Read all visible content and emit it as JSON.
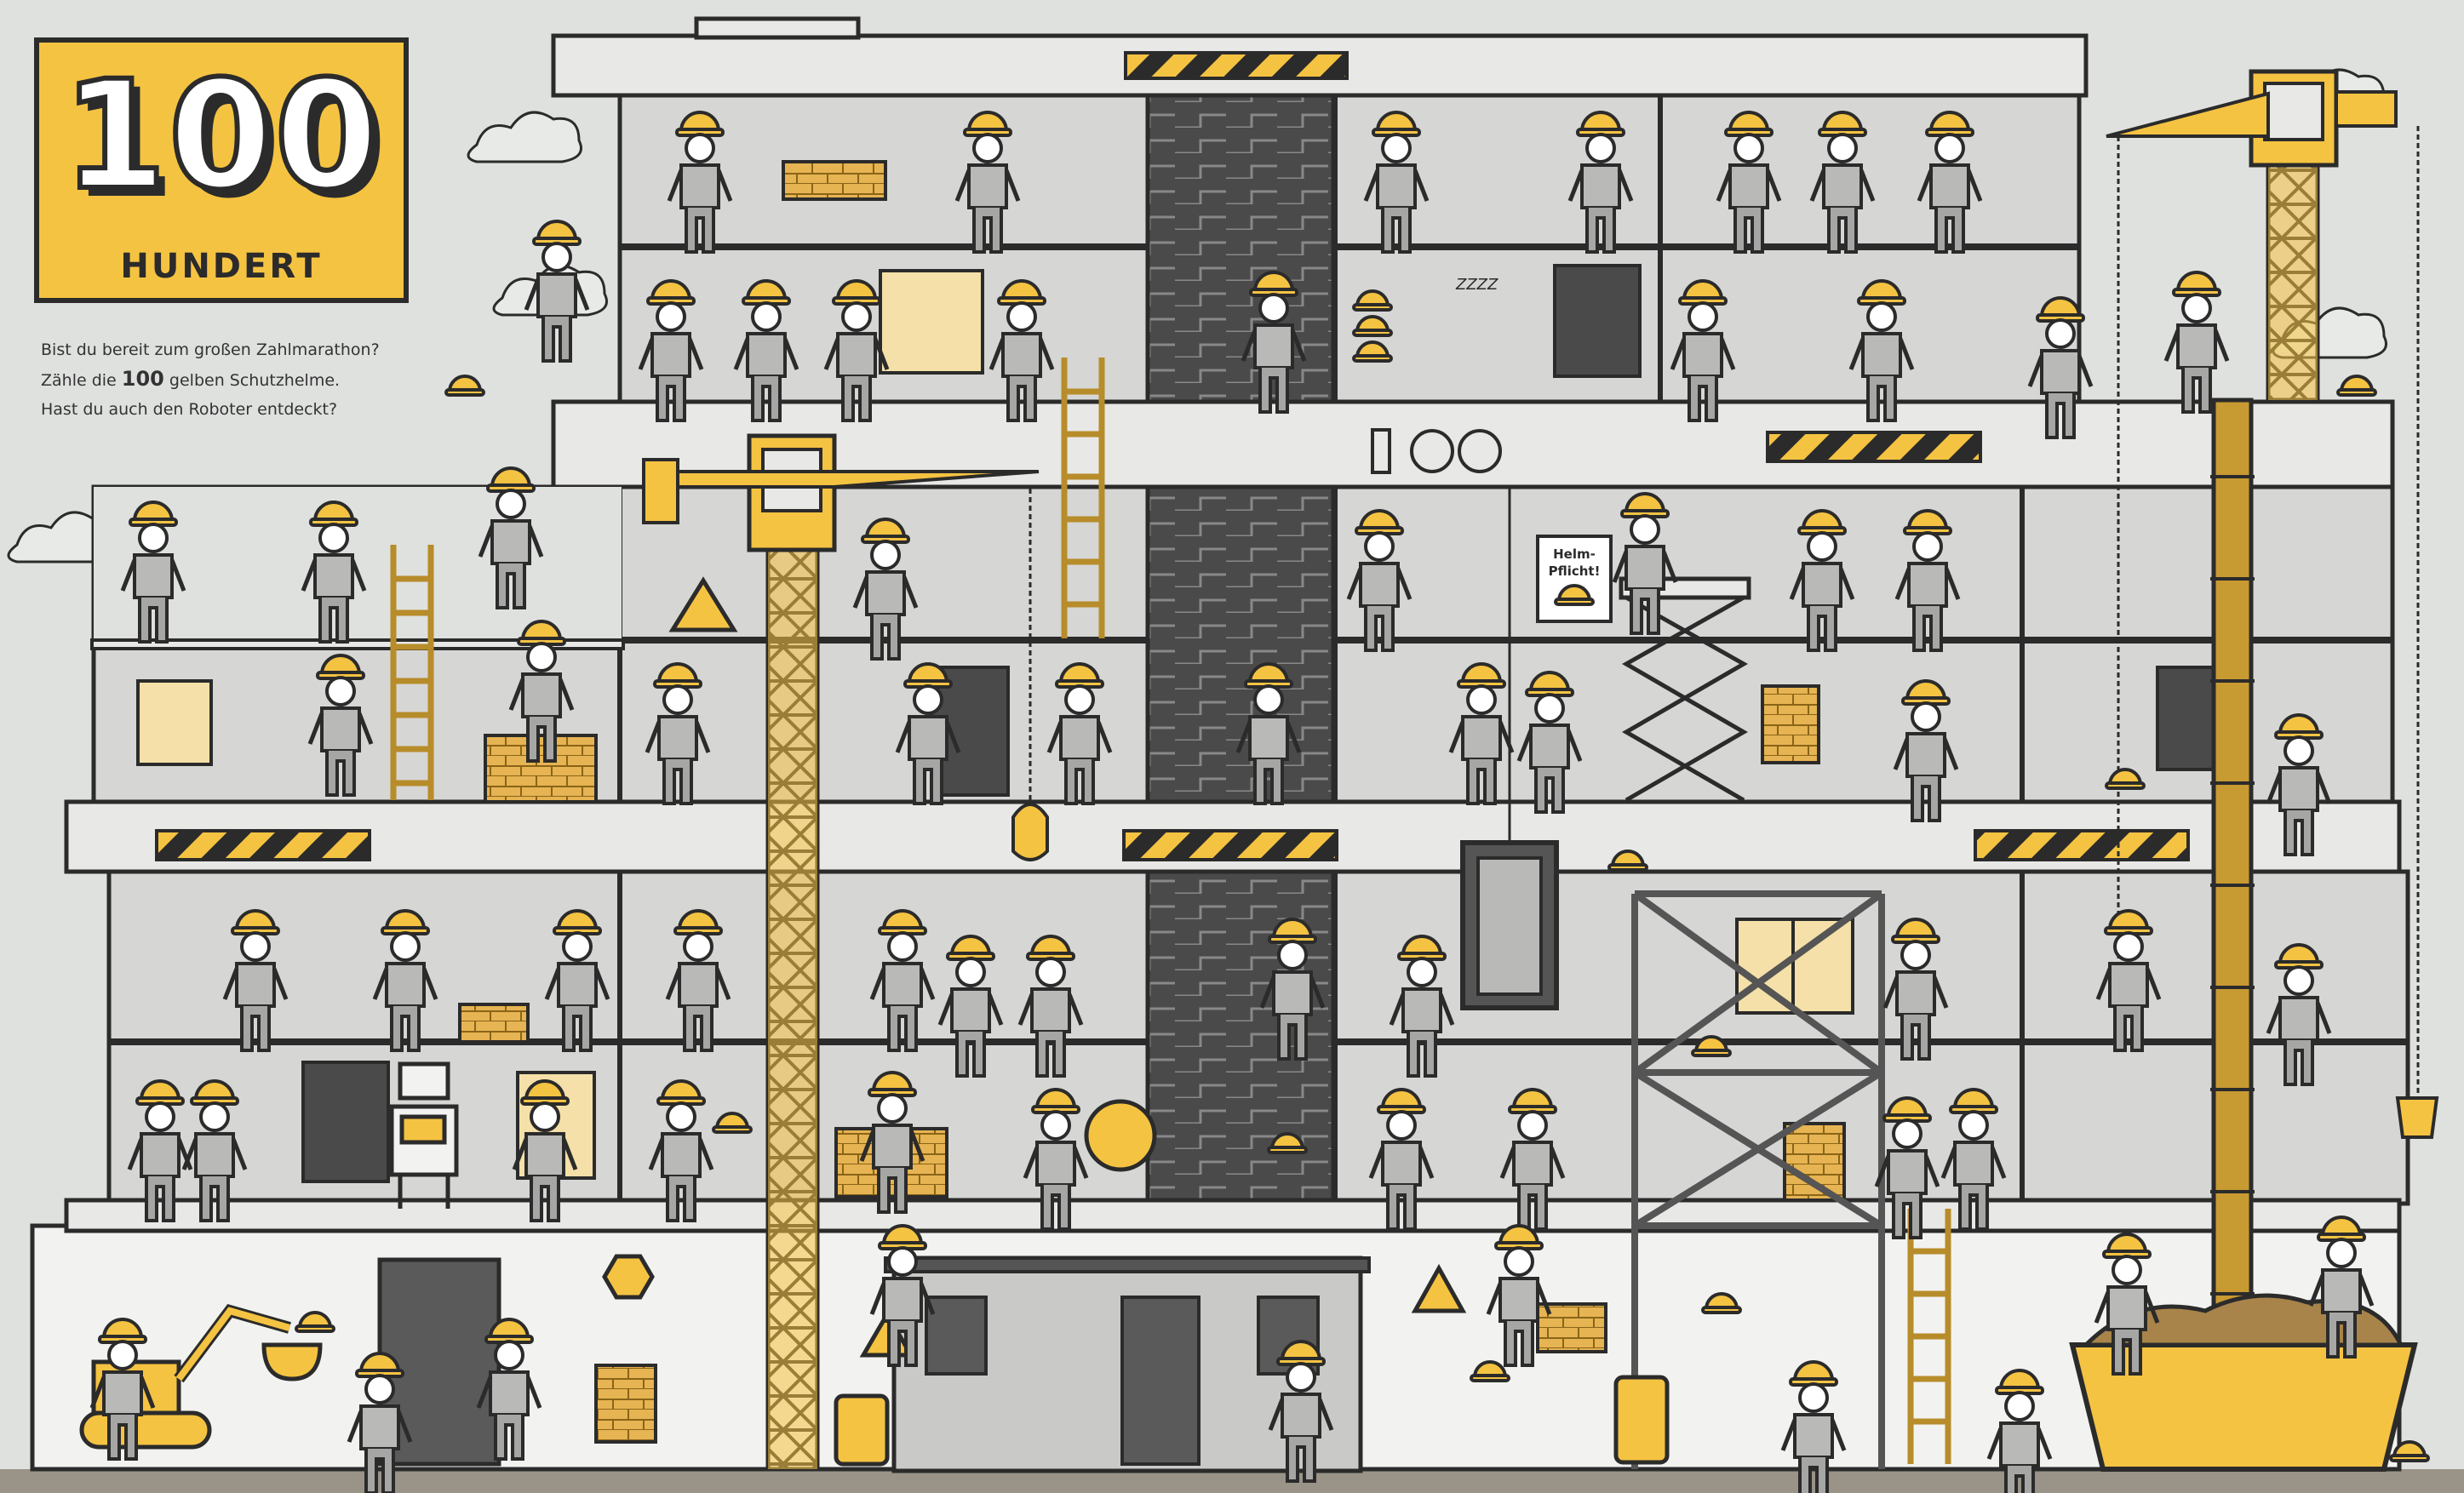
{
  "title": {
    "number": "100",
    "word": "HUNDERT"
  },
  "intro": {
    "line1": "Bist du bereit zum großen Zahlmarathon?",
    "line2_pre": "Zähle die ",
    "line2_num": "100",
    "line2_post": " gelben Schutzhelme.",
    "line3": "Hast du auch den Roboter entdeckt?"
  },
  "sign": {
    "line1": "Helm-",
    "line2": "Pflicht!"
  },
  "sleep_text": "ZZZZ",
  "colors": {
    "helmet_yellow": "#f5c342",
    "outline": "#2b2b2b",
    "background": "#dfe1df",
    "wall": "#d6d6d4",
    "floor": "#efefed",
    "gold_dark": "#b78c2a",
    "dark_grey": "#6b6b6b"
  }
}
